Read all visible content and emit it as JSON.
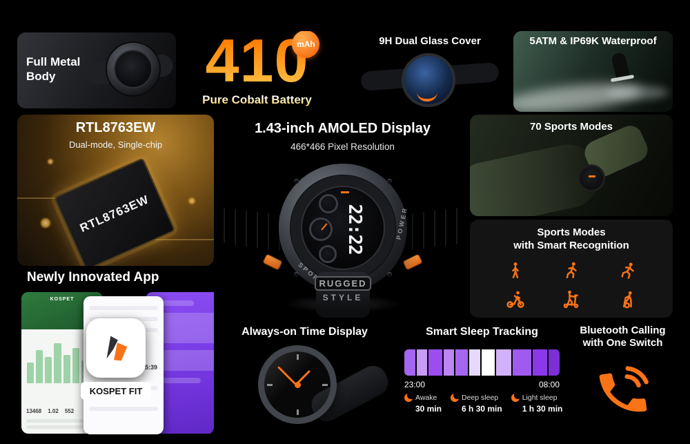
{
  "colors": {
    "accent": "#f97316",
    "sleep_purple": "#a855f7",
    "background": "#000000"
  },
  "full_metal": {
    "line1": "Full Metal",
    "line2": "Body"
  },
  "battery": {
    "value": "410",
    "unit": "mAh",
    "caption": "Pure Cobalt Battery"
  },
  "glass": {
    "title": "9H Dual Glass Cover"
  },
  "waterproof": {
    "title": "5ATM & IP69K Waterproof"
  },
  "chip": {
    "title": "RTL8763EW",
    "subtitle": "Dual-mode, Single-chip",
    "chip_label": "RTL8763EW"
  },
  "display": {
    "title": "1.43-inch AMOLED Display",
    "subtitle": "466*466 Pixel Resolution",
    "time": "22:22",
    "bezel_left": "SPORT",
    "bezel_right": "POWER",
    "band_line1": "RUGGED",
    "band_line2": "STYLE"
  },
  "sports": {
    "title": "70 Sports Modes"
  },
  "recognition": {
    "line1": "Sports Modes",
    "line2": "with Smart Recognition",
    "icons": [
      "walking",
      "running",
      "sprinting",
      "cycling",
      "kick-scooter",
      "elliptical"
    ]
  },
  "app": {
    "title": "Newly Innovated App",
    "app_name": "KOSPET FIT",
    "screen_brand": "KOSPET",
    "stats": [
      "13468",
      "1.02",
      "552",
      "5:39"
    ]
  },
  "always_on": {
    "title": "Always-on Time Display"
  },
  "sleep": {
    "title": "Smart Sleep Tracking",
    "start_time": "23:00",
    "end_time": "08:00",
    "legend": [
      {
        "label": "Awake",
        "value": "30 min"
      },
      {
        "label": "Deep sleep",
        "value": "6 h 30 min"
      },
      {
        "label": "Light sleep",
        "value": "1 h 30 min"
      }
    ],
    "segments": [
      {
        "width": 8,
        "color": "#a566f1"
      },
      {
        "width": 7,
        "color": "#c79bf6"
      },
      {
        "width": 10,
        "color": "#9b4df0"
      },
      {
        "width": 7,
        "color": "#bd85f4"
      },
      {
        "width": 9,
        "color": "#a566f1"
      },
      {
        "width": 8,
        "color": "#e7d9fb"
      },
      {
        "width": 9,
        "color": "#ffffff"
      },
      {
        "width": 11,
        "color": "#d2b1f8"
      },
      {
        "width": 13,
        "color": "#a05af0"
      },
      {
        "width": 10,
        "color": "#8a39ea"
      },
      {
        "width": 8,
        "color": "#7b2fd4"
      }
    ]
  },
  "bluetooth": {
    "line1": "Bluetooth Calling",
    "line2": "with One Switch"
  }
}
